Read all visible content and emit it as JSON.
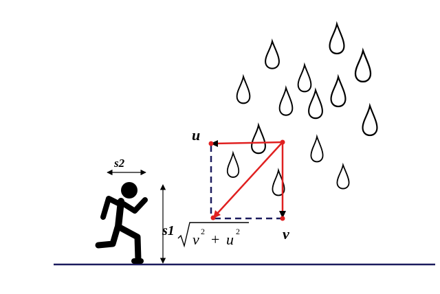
{
  "labels": {
    "u": "u",
    "v": "v",
    "s1": "s1",
    "s2": "s2"
  },
  "formula": {
    "v": "v",
    "u": "u",
    "v_exp": "2",
    "u_exp": "2",
    "plus": "+"
  },
  "colors": {
    "ground": "#1b1b5e",
    "vector": "#e02020",
    "dashed": "#1b1b5e",
    "arrow": "#000000",
    "drop": "#000000",
    "figure": "#000000"
  },
  "icons": {
    "runner": "running-person-icon",
    "drop": "raindrop-icon"
  }
}
